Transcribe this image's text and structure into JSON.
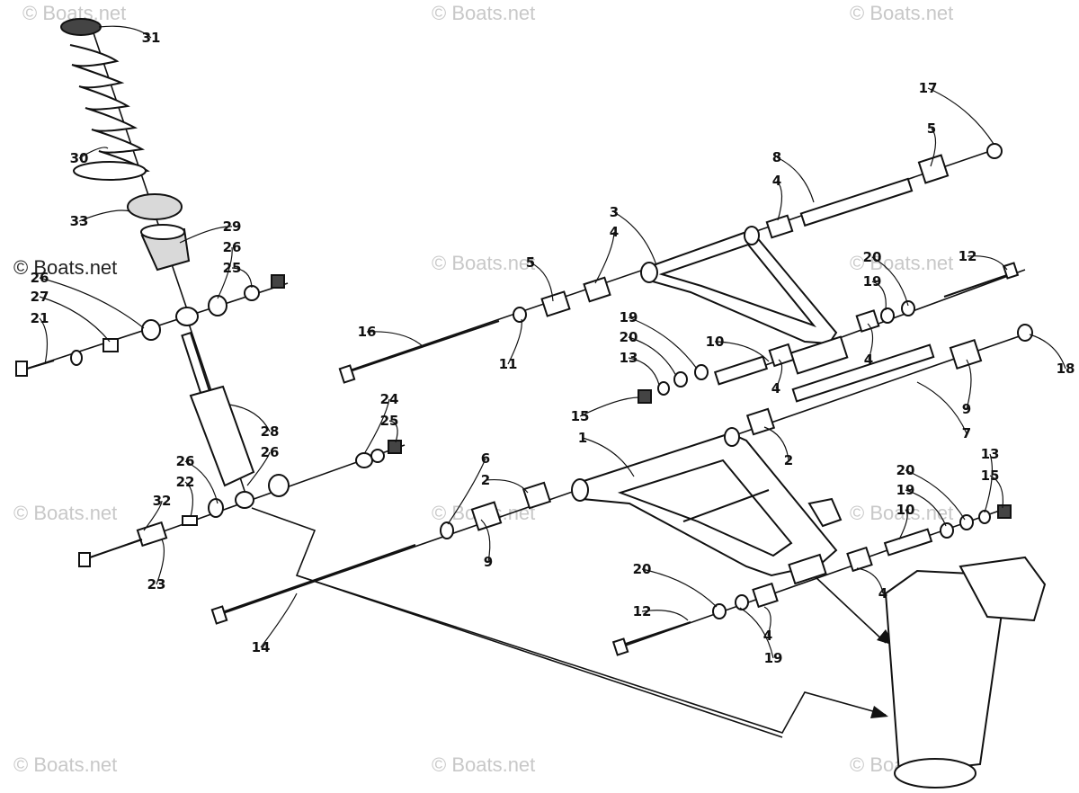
{
  "watermark": {
    "text": "© Boats.net"
  },
  "diagram": {
    "callouts": [
      "31",
      "30",
      "33",
      "29",
      "26",
      "25",
      "26",
      "27",
      "21",
      "28",
      "26",
      "24",
      "25",
      "26",
      "22",
      "32",
      "23",
      "14",
      "16",
      "11",
      "5",
      "4",
      "3",
      "8",
      "4",
      "5",
      "17",
      "12",
      "20",
      "19",
      "4",
      "19",
      "20",
      "13",
      "10",
      "4",
      "15",
      "9",
      "18",
      "7",
      "1",
      "2",
      "6",
      "2",
      "9",
      "20",
      "19",
      "10",
      "13",
      "15",
      "4",
      "20",
      "12",
      "4",
      "19"
    ]
  }
}
